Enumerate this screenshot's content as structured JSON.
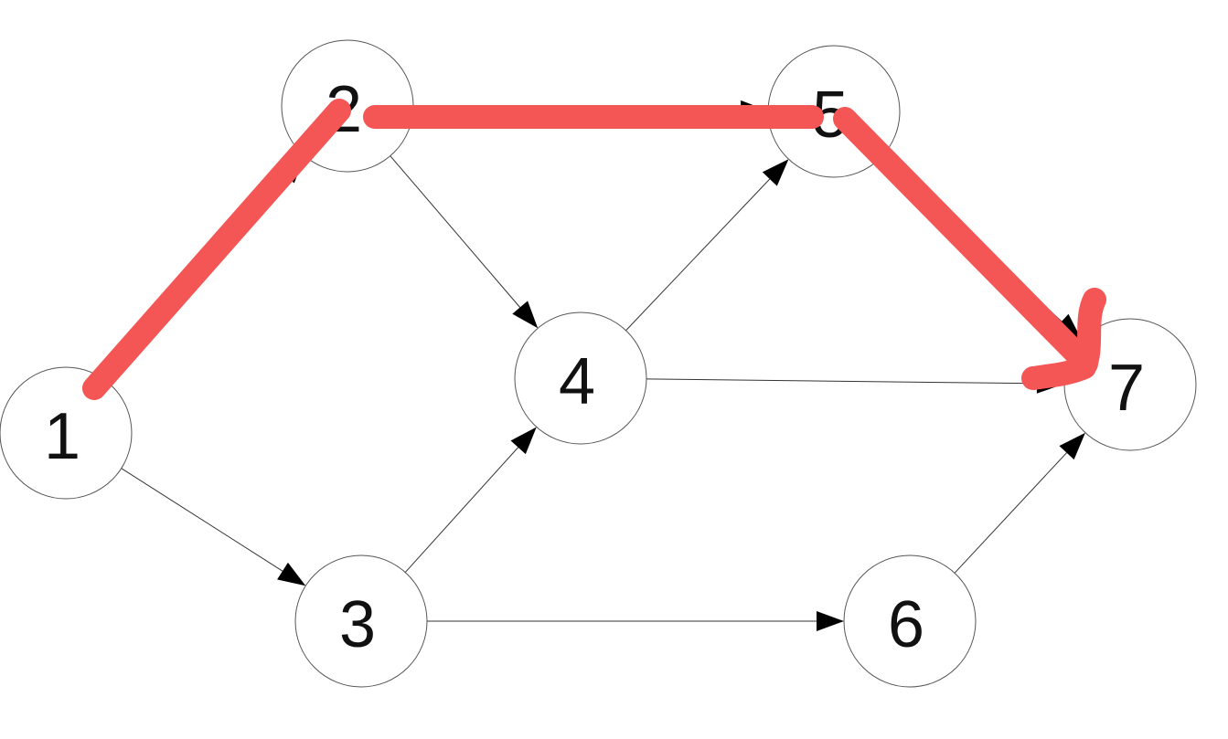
{
  "colors": {
    "node_stroke": "#555555",
    "edge": "#333333",
    "highlight": "#f45555"
  },
  "nodes": [
    {
      "id": "1",
      "label": "1"
    },
    {
      "id": "2",
      "label": "2"
    },
    {
      "id": "3",
      "label": "3"
    },
    {
      "id": "4",
      "label": "4"
    },
    {
      "id": "5",
      "label": "5"
    },
    {
      "id": "6",
      "label": "6"
    },
    {
      "id": "7",
      "label": "7"
    }
  ],
  "edges": [
    {
      "from": "1",
      "to": "2"
    },
    {
      "from": "1",
      "to": "3"
    },
    {
      "from": "2",
      "to": "4"
    },
    {
      "from": "2",
      "to": "5"
    },
    {
      "from": "3",
      "to": "4"
    },
    {
      "from": "3",
      "to": "6"
    },
    {
      "from": "4",
      "to": "5"
    },
    {
      "from": "4",
      "to": "7"
    },
    {
      "from": "5",
      "to": "7"
    },
    {
      "from": "6",
      "to": "7"
    }
  ],
  "highlighted_path": [
    "1",
    "2",
    "5",
    "7"
  ]
}
